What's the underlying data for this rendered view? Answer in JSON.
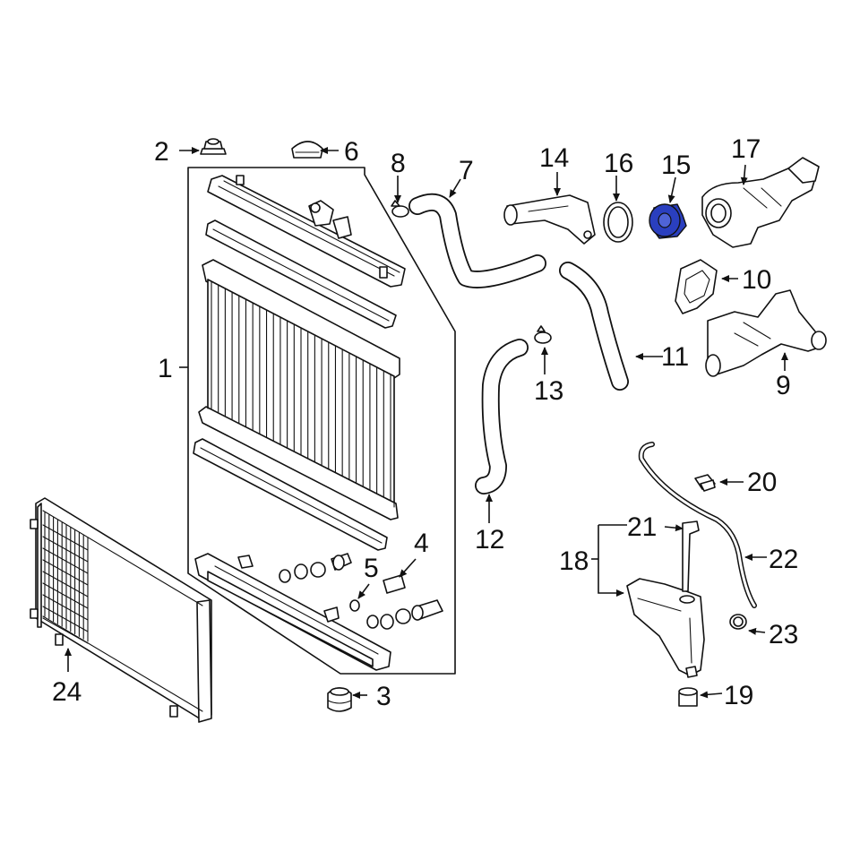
{
  "callouts": {
    "p1": "1",
    "p2": "2",
    "p3": "3",
    "p4": "4",
    "p5": "5",
    "p6": "6",
    "p7": "7",
    "p8": "8",
    "p9": "9",
    "p10": "10",
    "p11": "11",
    "p12": "12",
    "p13": "13",
    "p14": "14",
    "p15": "15",
    "p16": "16",
    "p17": "17",
    "p18": "18",
    "p19": "19",
    "p20": "20",
    "p21": "21",
    "p22": "22",
    "p23": "23",
    "p24": "24"
  },
  "highlight": {
    "part": "15",
    "color": "#2a3fbf"
  }
}
